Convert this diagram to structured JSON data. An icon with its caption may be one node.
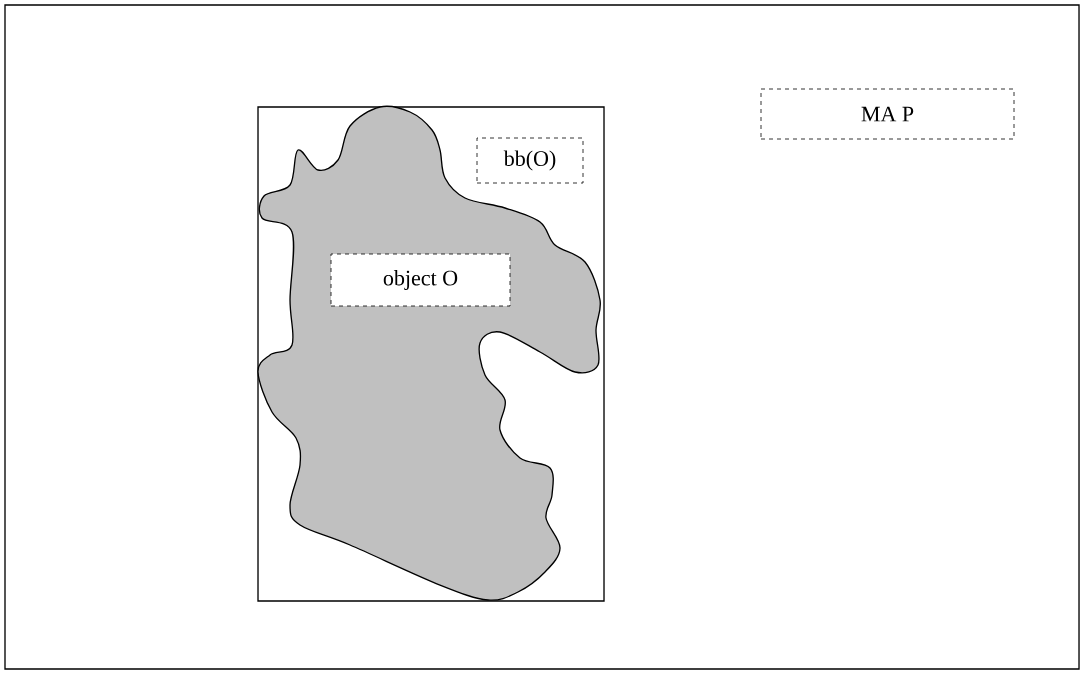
{
  "diagram": {
    "nodes": [
      {
        "text": [
          "MA P"
        ]
      },
      {
        "text": [
          "bb(O)"
        ],
        "in": 0
      },
      {
        "text": [
          "object O"
        ],
        "in": 1
      }
    ]
  }
}
